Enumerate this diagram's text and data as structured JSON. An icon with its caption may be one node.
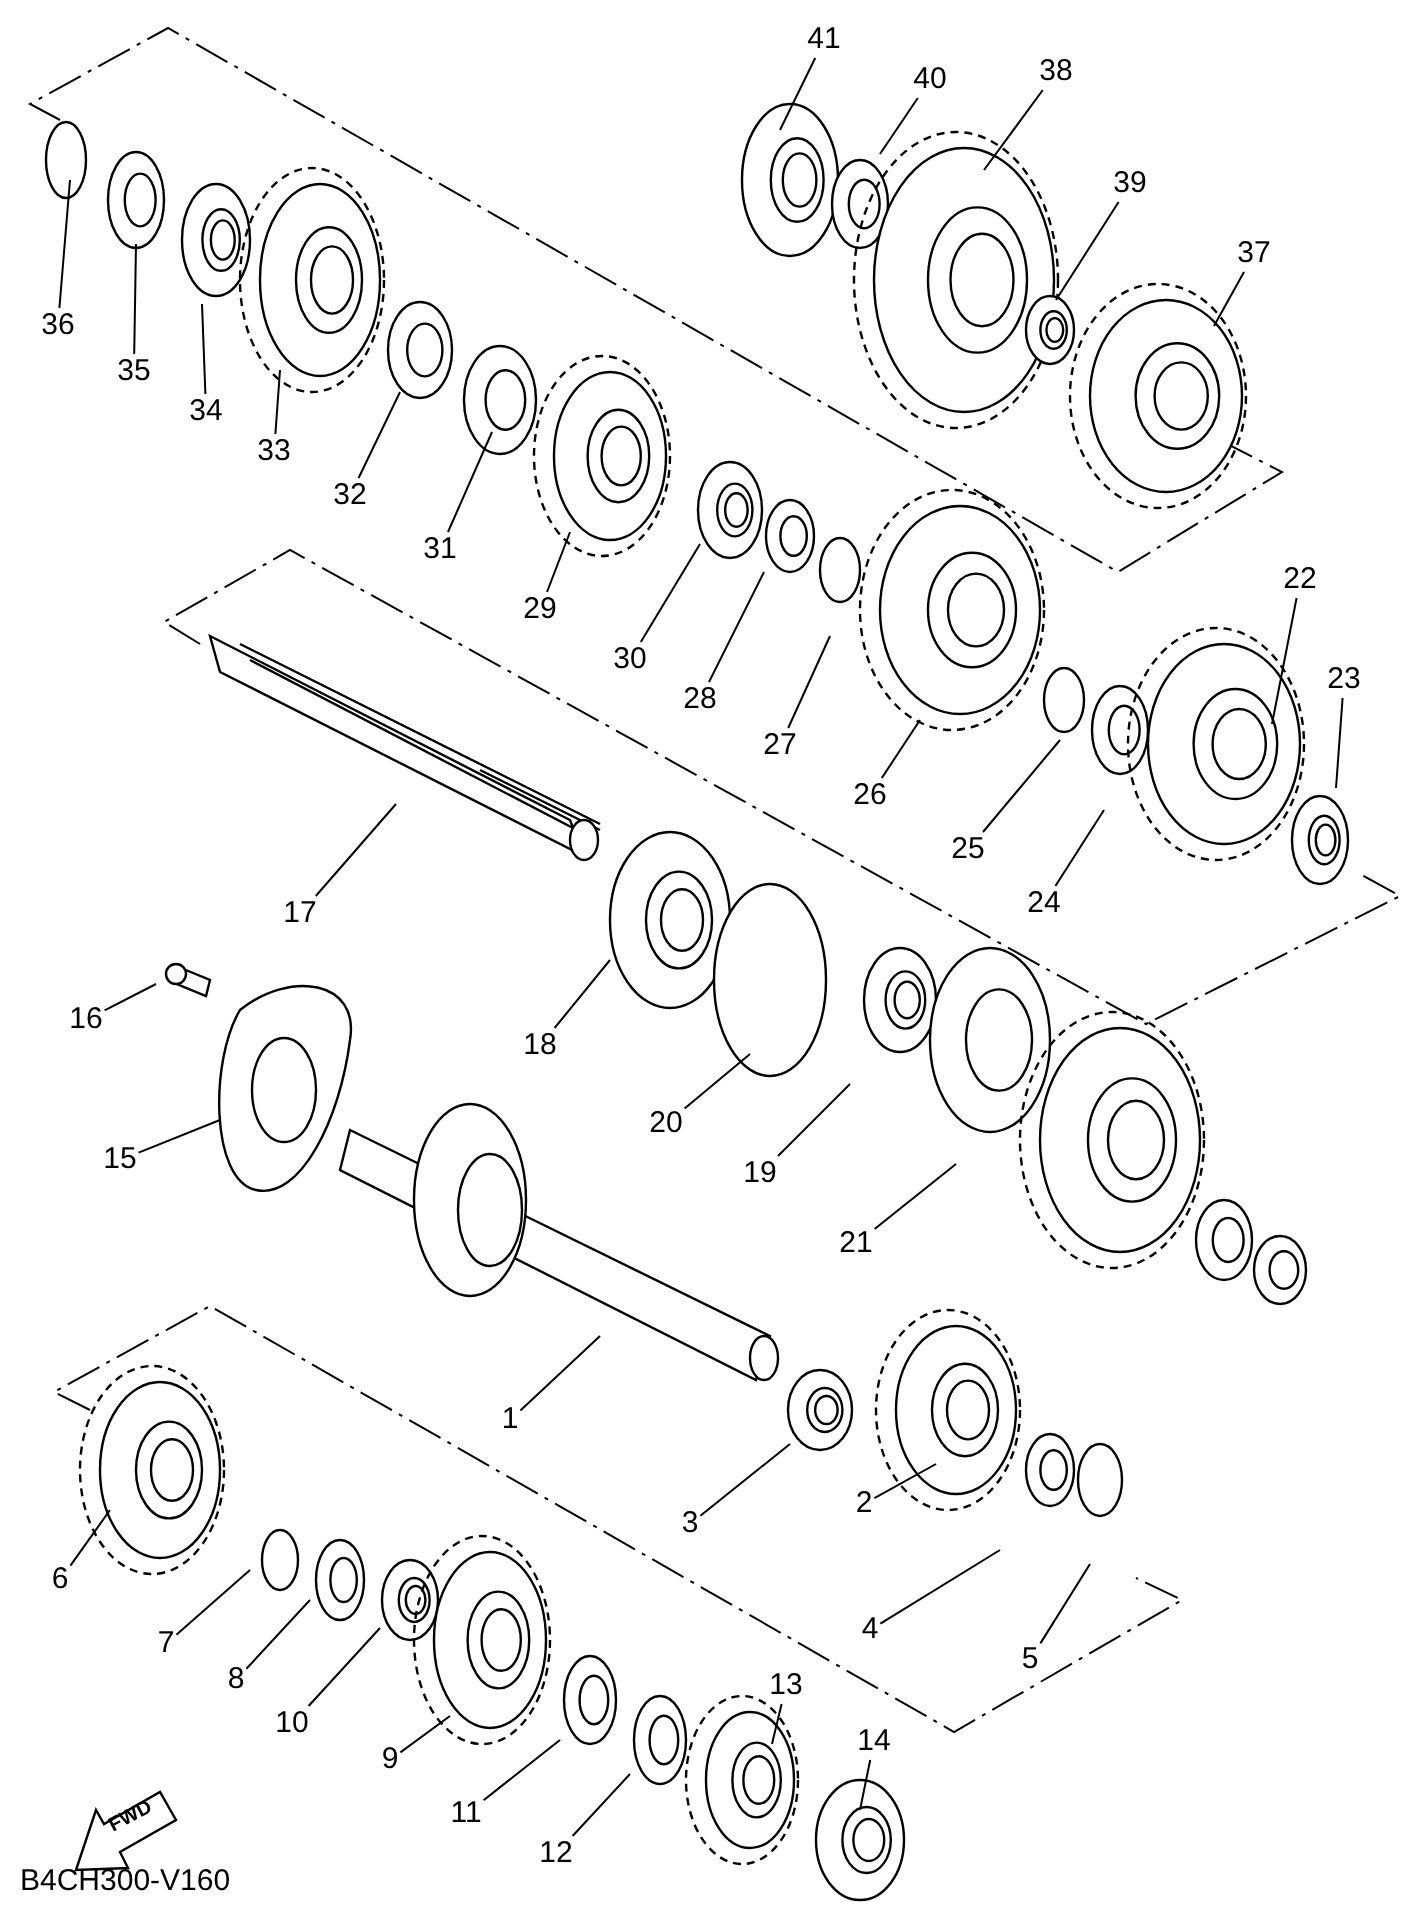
{
  "diagram": {
    "nodes": [
      {
        "text": [
          "1"
        ]
      },
      {
        "text": [
          "2"
        ]
      },
      {
        "text": [
          "3"
        ]
      },
      {
        "text": [
          "4"
        ]
      },
      {
        "text": [
          "5"
        ]
      },
      {
        "text": [
          "6"
        ]
      },
      {
        "text": [
          "7"
        ]
      },
      {
        "text": [
          "8"
        ]
      },
      {
        "text": [
          "9"
        ]
      },
      {
        "text": [
          "10"
        ]
      },
      {
        "text": [
          "11"
        ]
      },
      {
        "text": [
          "12"
        ]
      },
      {
        "text": [
          "13"
        ]
      },
      {
        "text": [
          "14"
        ]
      },
      {
        "text": [
          "15"
        ]
      },
      {
        "text": [
          "16"
        ]
      },
      {
        "text": [
          "17"
        ]
      },
      {
        "text": [
          "18"
        ]
      },
      {
        "text": [
          "19"
        ]
      },
      {
        "text": [
          "20"
        ]
      },
      {
        "text": [
          "21"
        ]
      },
      {
        "text": [
          "22"
        ]
      },
      {
        "text": [
          "23"
        ]
      },
      {
        "text": [
          "24"
        ]
      },
      {
        "text": [
          "25"
        ]
      },
      {
        "text": [
          "26"
        ]
      },
      {
        "text": [
          "27"
        ]
      },
      {
        "text": [
          "28"
        ]
      },
      {
        "text": [
          "29"
        ]
      },
      {
        "text": [
          "30"
        ]
      },
      {
        "text": [
          "31"
        ]
      },
      {
        "text": [
          "32"
        ]
      },
      {
        "text": [
          "33"
        ]
      },
      {
        "text": [
          "34"
        ]
      },
      {
        "text": [
          "35"
        ]
      },
      {
        "text": [
          "36"
        ]
      },
      {
        "text": [
          "37"
        ]
      },
      {
        "text": [
          "38"
        ]
      },
      {
        "text": [
          "39"
        ]
      },
      {
        "text": [
          "40"
        ]
      },
      {
        "text": [
          "41"
        ]
      }
    ],
    "edges": [
      {
        "from": 0,
        "to": null,
        "arrow": "none"
      },
      {
        "from": 1,
        "to": null,
        "arrow": "none"
      },
      {
        "from": 2,
        "to": null,
        "arrow": "none"
      },
      {
        "from": 3,
        "to": null,
        "arrow": "none"
      },
      {
        "from": 4,
        "to": null,
        "arrow": "none"
      },
      {
        "from": 5,
        "to": null,
        "arrow": "none"
      },
      {
        "from": 6,
        "to": null,
        "arrow": "none"
      },
      {
        "from": 7,
        "to": null,
        "arrow": "none"
      },
      {
        "from": 8,
        "to": null,
        "arrow": "none"
      },
      {
        "from": 9,
        "to": null,
        "arrow": "none"
      },
      {
        "from": 10,
        "to": null,
        "arrow": "none"
      },
      {
        "from": 11,
        "to": null,
        "arrow": "none"
      },
      {
        "from": 12,
        "to": null,
        "arrow": "none"
      },
      {
        "from": 13,
        "to": null,
        "arrow": "none"
      },
      {
        "from": 14,
        "to": null,
        "arrow": "none"
      },
      {
        "from": 15,
        "to": null,
        "arrow": "none"
      },
      {
        "from": 16,
        "to": null,
        "arrow": "none"
      },
      {
        "from": 17,
        "to": null,
        "arrow": "none"
      },
      {
        "from": 18,
        "to": null,
        "arrow": "none"
      },
      {
        "from": 19,
        "to": null,
        "arrow": "none"
      },
      {
        "from": 20,
        "to": null,
        "arrow": "none"
      },
      {
        "from": 21,
        "to": null,
        "arrow": "none"
      },
      {
        "from": 22,
        "to": null,
        "arrow": "none"
      },
      {
        "from": 23,
        "to": null,
        "arrow": "none"
      },
      {
        "from": 24,
        "to": null,
        "arrow": "none"
      },
      {
        "from": 25,
        "to": null,
        "arrow": "none"
      },
      {
        "from": 26,
        "to": null,
        "arrow": "none"
      },
      {
        "from": 27,
        "to": null,
        "arrow": "none"
      },
      {
        "from": 28,
        "to": null,
        "arrow": "none"
      },
      {
        "from": 29,
        "to": null,
        "arrow": "none"
      },
      {
        "from": 30,
        "to": null,
        "arrow": "none"
      },
      {
        "from": 31,
        "to": null,
        "arrow": "none"
      },
      {
        "from": 32,
        "to": null,
        "arrow": "none"
      },
      {
        "from": 33,
        "to": null,
        "arrow": "none"
      },
      {
        "from": 34,
        "to": null,
        "arrow": "none"
      },
      {
        "from": 35,
        "to": null,
        "arrow": "none"
      },
      {
        "from": 36,
        "to": null,
        "arrow": "none"
      },
      {
        "from": 37,
        "to": null,
        "arrow": "none"
      },
      {
        "from": 38,
        "to": null,
        "arrow": "none"
      },
      {
        "from": 39,
        "to": null,
        "arrow": "none"
      },
      {
        "from": 40,
        "to": null,
        "arrow": "none"
      }
    ],
    "labels": [
      "FWD",
      "B4CH300-V160"
    ]
  }
}
